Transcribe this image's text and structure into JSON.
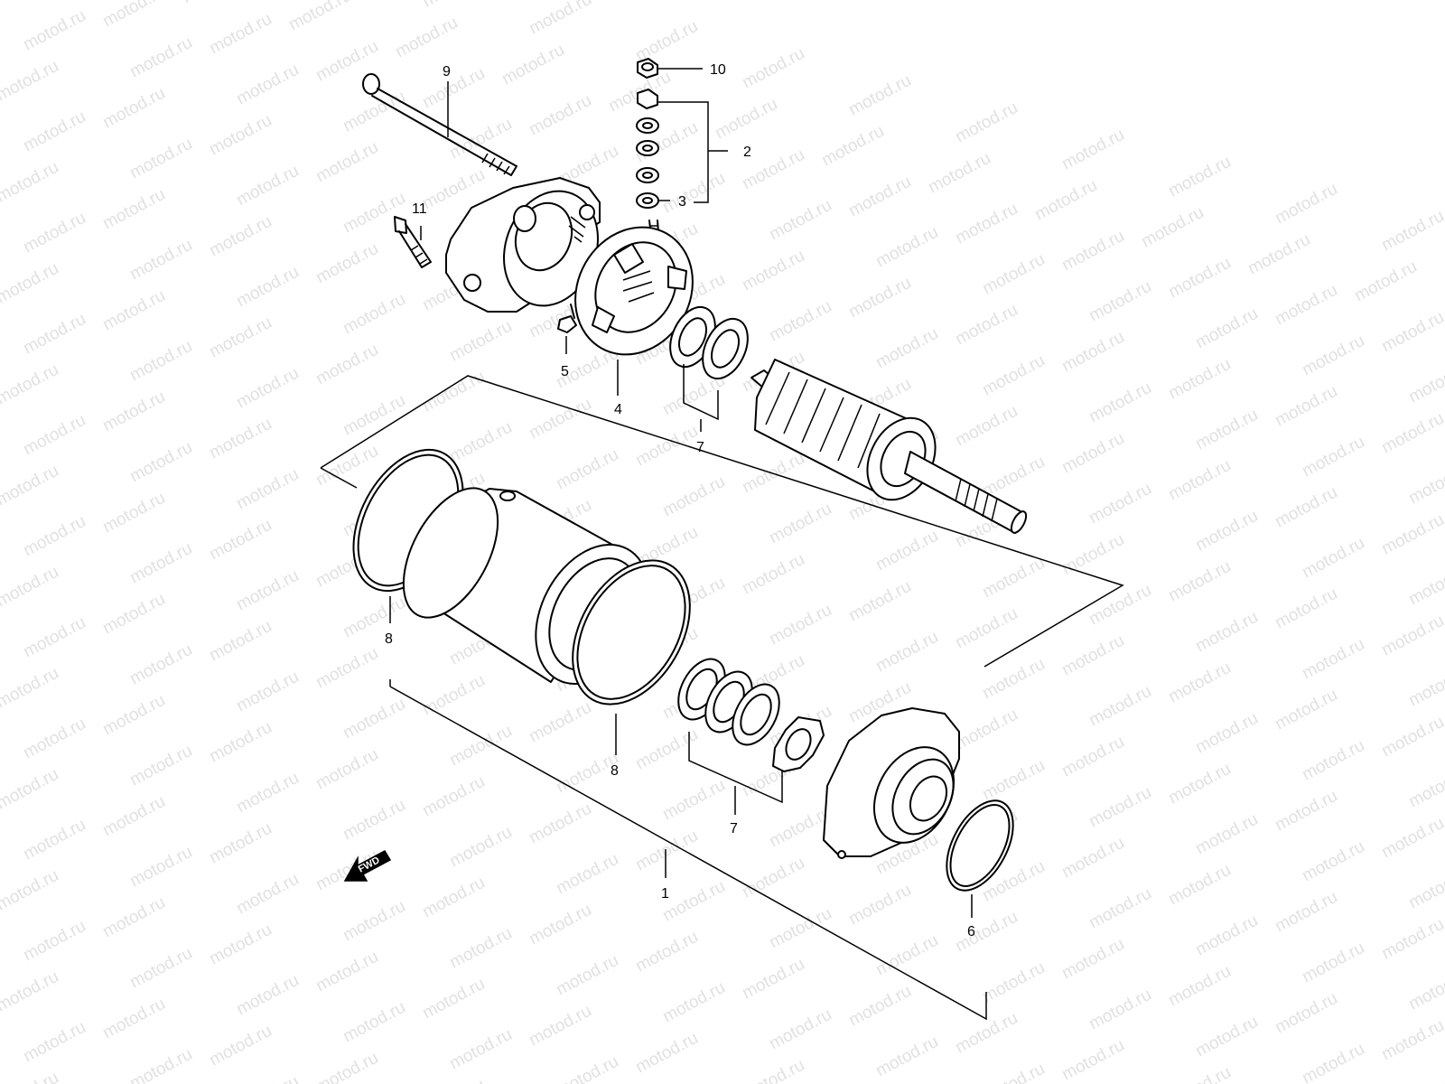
{
  "watermark": "motod.ru",
  "callouts": {
    "c1": "1",
    "c2": "2",
    "c3": "3",
    "c4": "4",
    "c5": "5",
    "c6": "6",
    "c7a": "7",
    "c7b": "7",
    "c8a": "8",
    "c8b": "8",
    "c9": "9",
    "c10": "10",
    "c11": "11"
  },
  "fwd_label": "FWD",
  "colors": {
    "line": "#000000",
    "watermark": "#c9c9c9",
    "background": "#ffffff"
  }
}
